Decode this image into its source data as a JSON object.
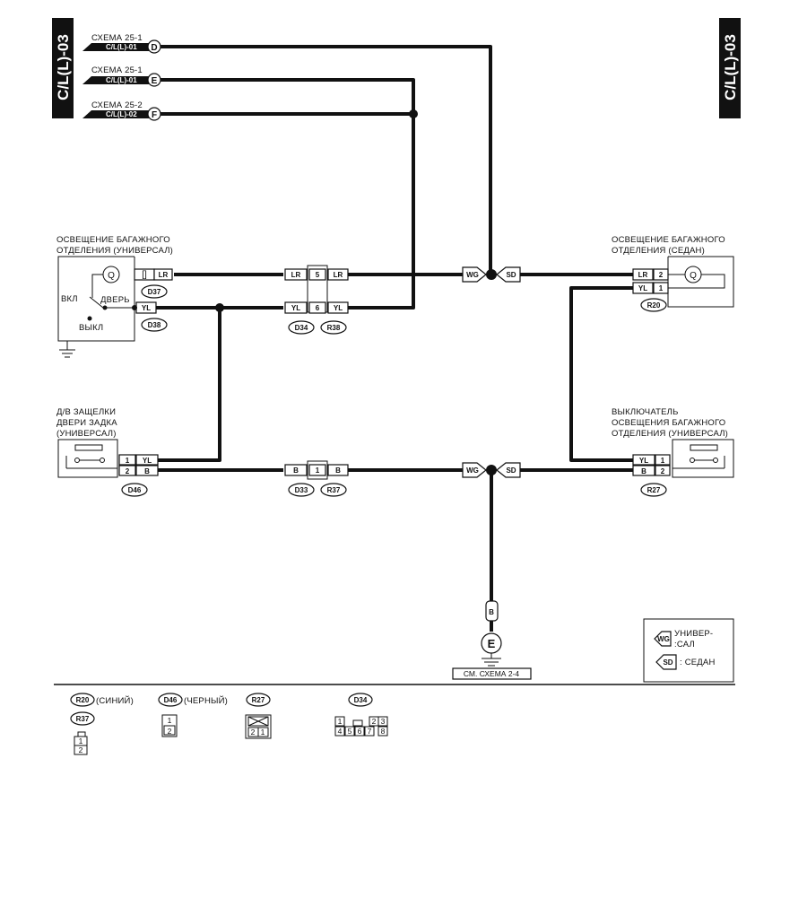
{
  "sheet_code": "C/L(L)-03",
  "refs": [
    {
      "scheme": "СХЕМА 25-1",
      "code": "C/L(L)-01",
      "letter": "D"
    },
    {
      "scheme": "СХЕМА 25-1",
      "code": "C/L(L)-01",
      "letter": "E"
    },
    {
      "scheme": "СХЕМА 25-2",
      "code": "C/L(L)-02",
      "letter": "F"
    }
  ],
  "components": {
    "lamp_wagon": {
      "title1": "ОСВЕЩЕНИЕ БАГАЖНОГО",
      "title2": "ОТДЕЛЕНИЯ (УНИВЕРСАЛ)",
      "on": "ВКЛ",
      "door": "ДВЕРЬ",
      "off": "ВЫКЛ"
    },
    "lamp_sedan": {
      "title1": "ОСВЕЩЕНИЕ БАГАЖНОГО",
      "title2": "ОТДЕЛЕНИЯ (СЕДАН)"
    },
    "latch_switch": {
      "title1": "Д/В ЗАЩЕЛКИ",
      "title2": "ДВЕРИ ЗАДКА",
      "title3": "(УНИВЕРСАЛ)"
    },
    "lamp_switch": {
      "title1": "ВЫКЛЮЧАТЕЛЬ",
      "title2": "ОСВЕЩЕНИЯ БАГАЖНОГО",
      "title3": "ОТДЕЛЕНИЯ (УНИВЕРСАЛ)"
    }
  },
  "wires": {
    "lr": "LR",
    "yl": "YL",
    "b": "B",
    "wg": "WG",
    "sd": "SD"
  },
  "pins": {
    "p1": "1",
    "p2": "2",
    "p5": "5",
    "p6": "6"
  },
  "connectors": {
    "d37": "D37",
    "d38": "D38",
    "d34": "D34",
    "r38": "R38",
    "d46": "D46",
    "d33": "D33",
    "r37": "R37",
    "r20": "R20",
    "r27": "R27"
  },
  "ground": {
    "letter": "E",
    "note": "СМ. СХЕМА 2-4"
  },
  "legend": {
    "wg_text": "УНИВЕР-",
    "wg_text2": "САЛ",
    "sd_text": "СЕДАН"
  },
  "connector_views": {
    "r20_color": "(СИНИЙ)",
    "d46_color": "(ЧЕРНЫЙ)",
    "d34_top": [
      "1",
      "2",
      "3"
    ],
    "d34_bottom": [
      "4",
      "5",
      "6",
      "7",
      "8"
    ]
  }
}
